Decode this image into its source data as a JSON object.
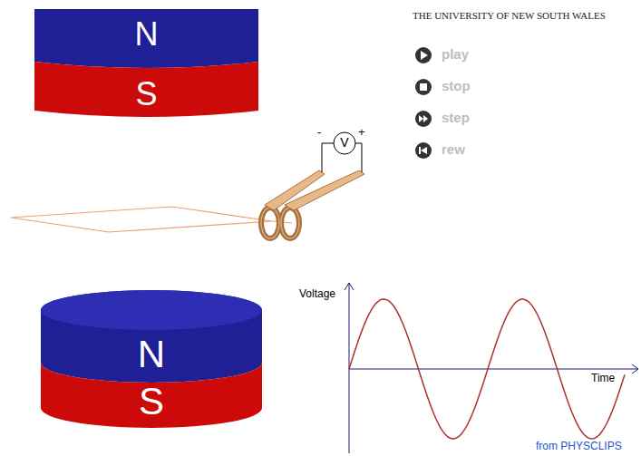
{
  "diagram": {
    "nodes": [
      {
        "text": [
          "N"
        ]
      },
      {
        "text": [
          "S"
        ]
      },
      {
        "text": [
          "V"
        ]
      },
      {
        "text": [
          "N"
        ]
      },
      {
        "text": [
          "S"
        ]
      }
    ],
    "labels": [
      "THE UNIVERSITY OF NEW SOUTH WALES",
      "play",
      "stop",
      "step",
      "rew",
      "-",
      "+",
      "Voltage",
      "Time",
      "from PHYSCLIPS"
    ]
  }
}
